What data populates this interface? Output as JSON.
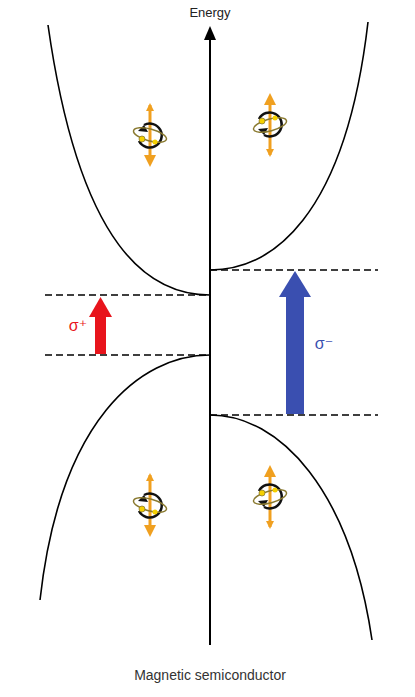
{
  "diagram": {
    "caption": "Magnetic semiconductor",
    "labels": [
      "Energy",
      "σ⁺",
      "σ⁻"
    ]
  }
}
